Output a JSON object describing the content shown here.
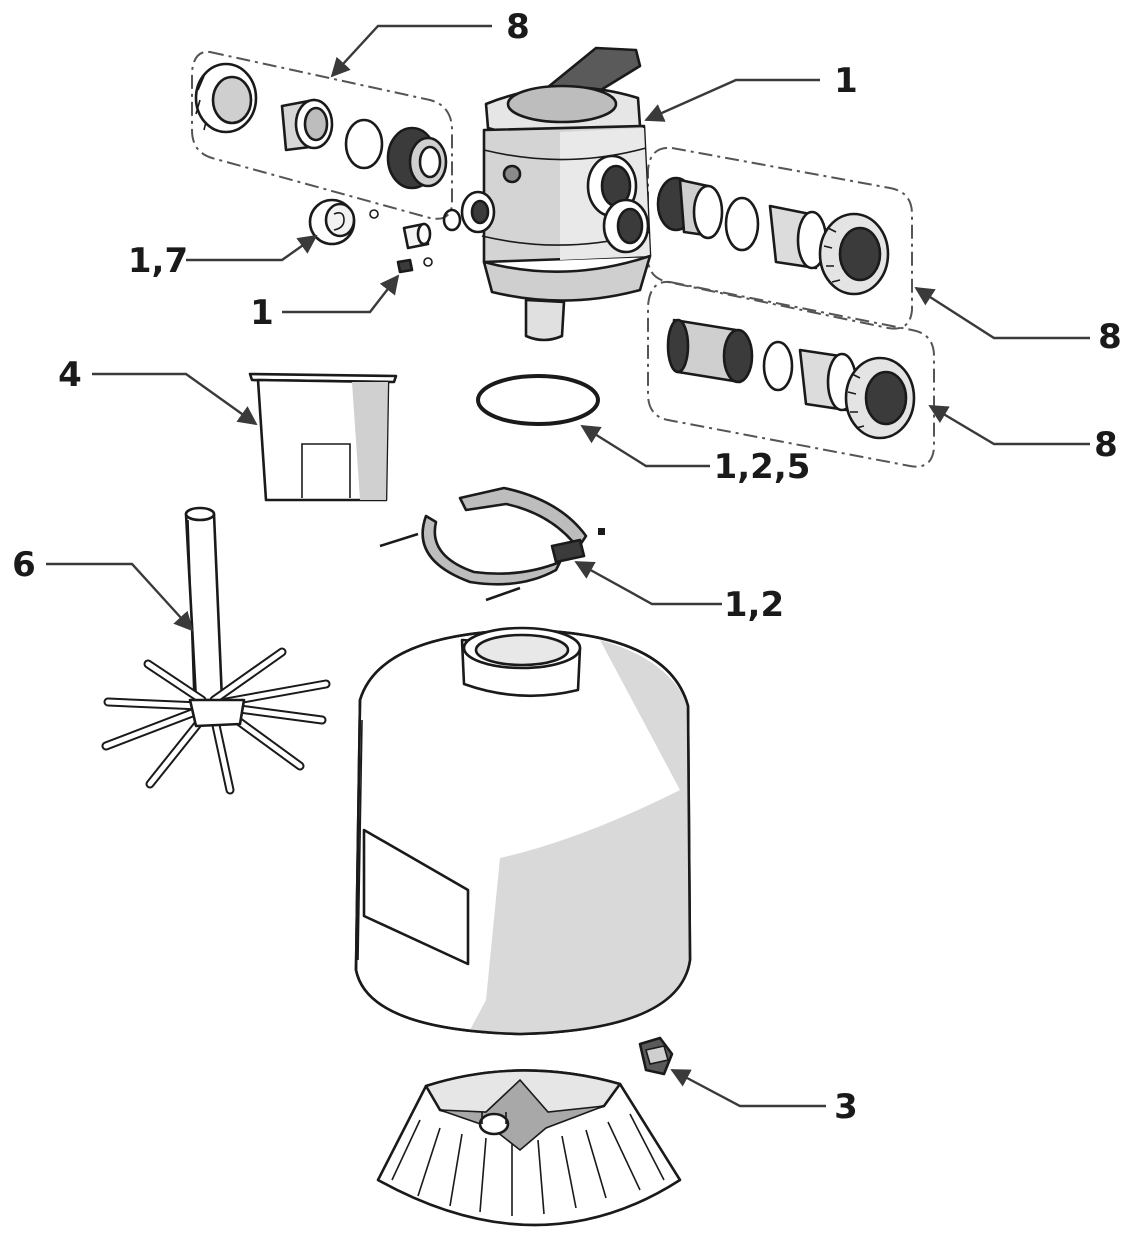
{
  "callouts": {
    "top_union_group": "8",
    "valve_body": "1",
    "pressure_gauge": "1,7",
    "small_parts": "1",
    "right_union_group_upper": "8",
    "strainer_basket": "4",
    "valve_o_ring": "1,2,5",
    "right_union_group_lower": "8",
    "lateral_assembly": "6",
    "tank_clamp": "1,2",
    "drain_plug": "3"
  },
  "colors": {
    "line": "#1a1a1a",
    "fill": "#ffffff",
    "shade": "#d9d9d9",
    "shade_dark": "#a8a8a8"
  }
}
